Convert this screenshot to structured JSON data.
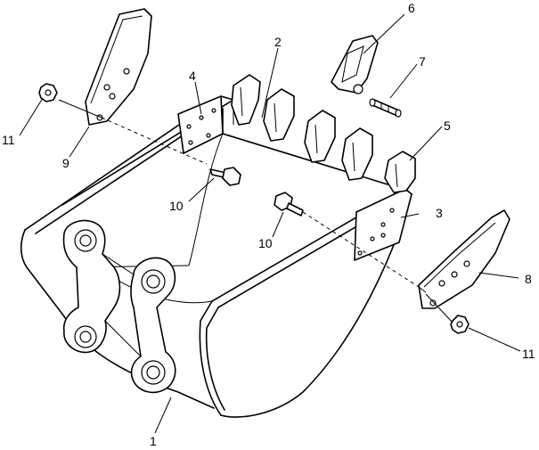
{
  "diagram": {
    "callouts": [
      {
        "id": "c1",
        "text": "1"
      },
      {
        "id": "c2",
        "text": "2"
      },
      {
        "id": "c3",
        "text": "3"
      },
      {
        "id": "c4",
        "text": "4"
      },
      {
        "id": "c5",
        "text": "5"
      },
      {
        "id": "c6",
        "text": "6"
      },
      {
        "id": "c7",
        "text": "7"
      },
      {
        "id": "c8",
        "text": "8"
      },
      {
        "id": "c9",
        "text": "9"
      },
      {
        "id": "c10a",
        "text": "10"
      },
      {
        "id": "c10b",
        "text": "10"
      },
      {
        "id": "c11a",
        "text": "11"
      },
      {
        "id": "c11b",
        "text": "11"
      }
    ]
  }
}
